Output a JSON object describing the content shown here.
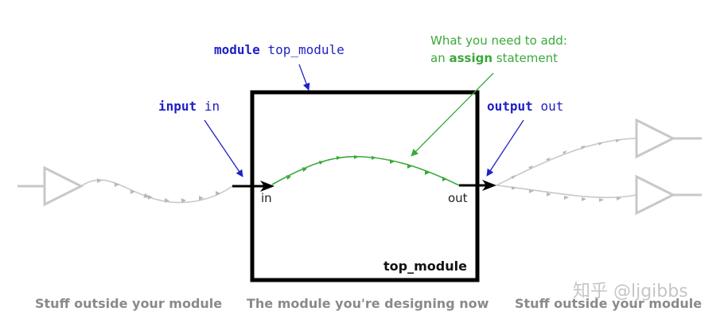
{
  "labels": {
    "module_decl": {
      "keyword": "module",
      "name": "top_module"
    },
    "input_decl": {
      "keyword": "input",
      "name": "in"
    },
    "output_decl": {
      "keyword": "output",
      "name": "out"
    },
    "annotation": {
      "line1": "What you need to add:",
      "line2_prefix": "an ",
      "line2_keyword": "assign",
      "line2_suffix": " statement"
    },
    "box_title": "top_module",
    "port_in": "in",
    "port_out": "out"
  },
  "captions": {
    "left": "Stuff outside your module",
    "center": "The module you're designing now",
    "right": "Stuff outside your module"
  },
  "watermark": "知乎 @ljgibbs",
  "colors": {
    "keyword_blue": "#2020c8",
    "assign_green": "#3aa93a",
    "wire_gray": "#c8c8c8",
    "box_black": "#000000",
    "caption_gray": "#8a8a8a"
  }
}
